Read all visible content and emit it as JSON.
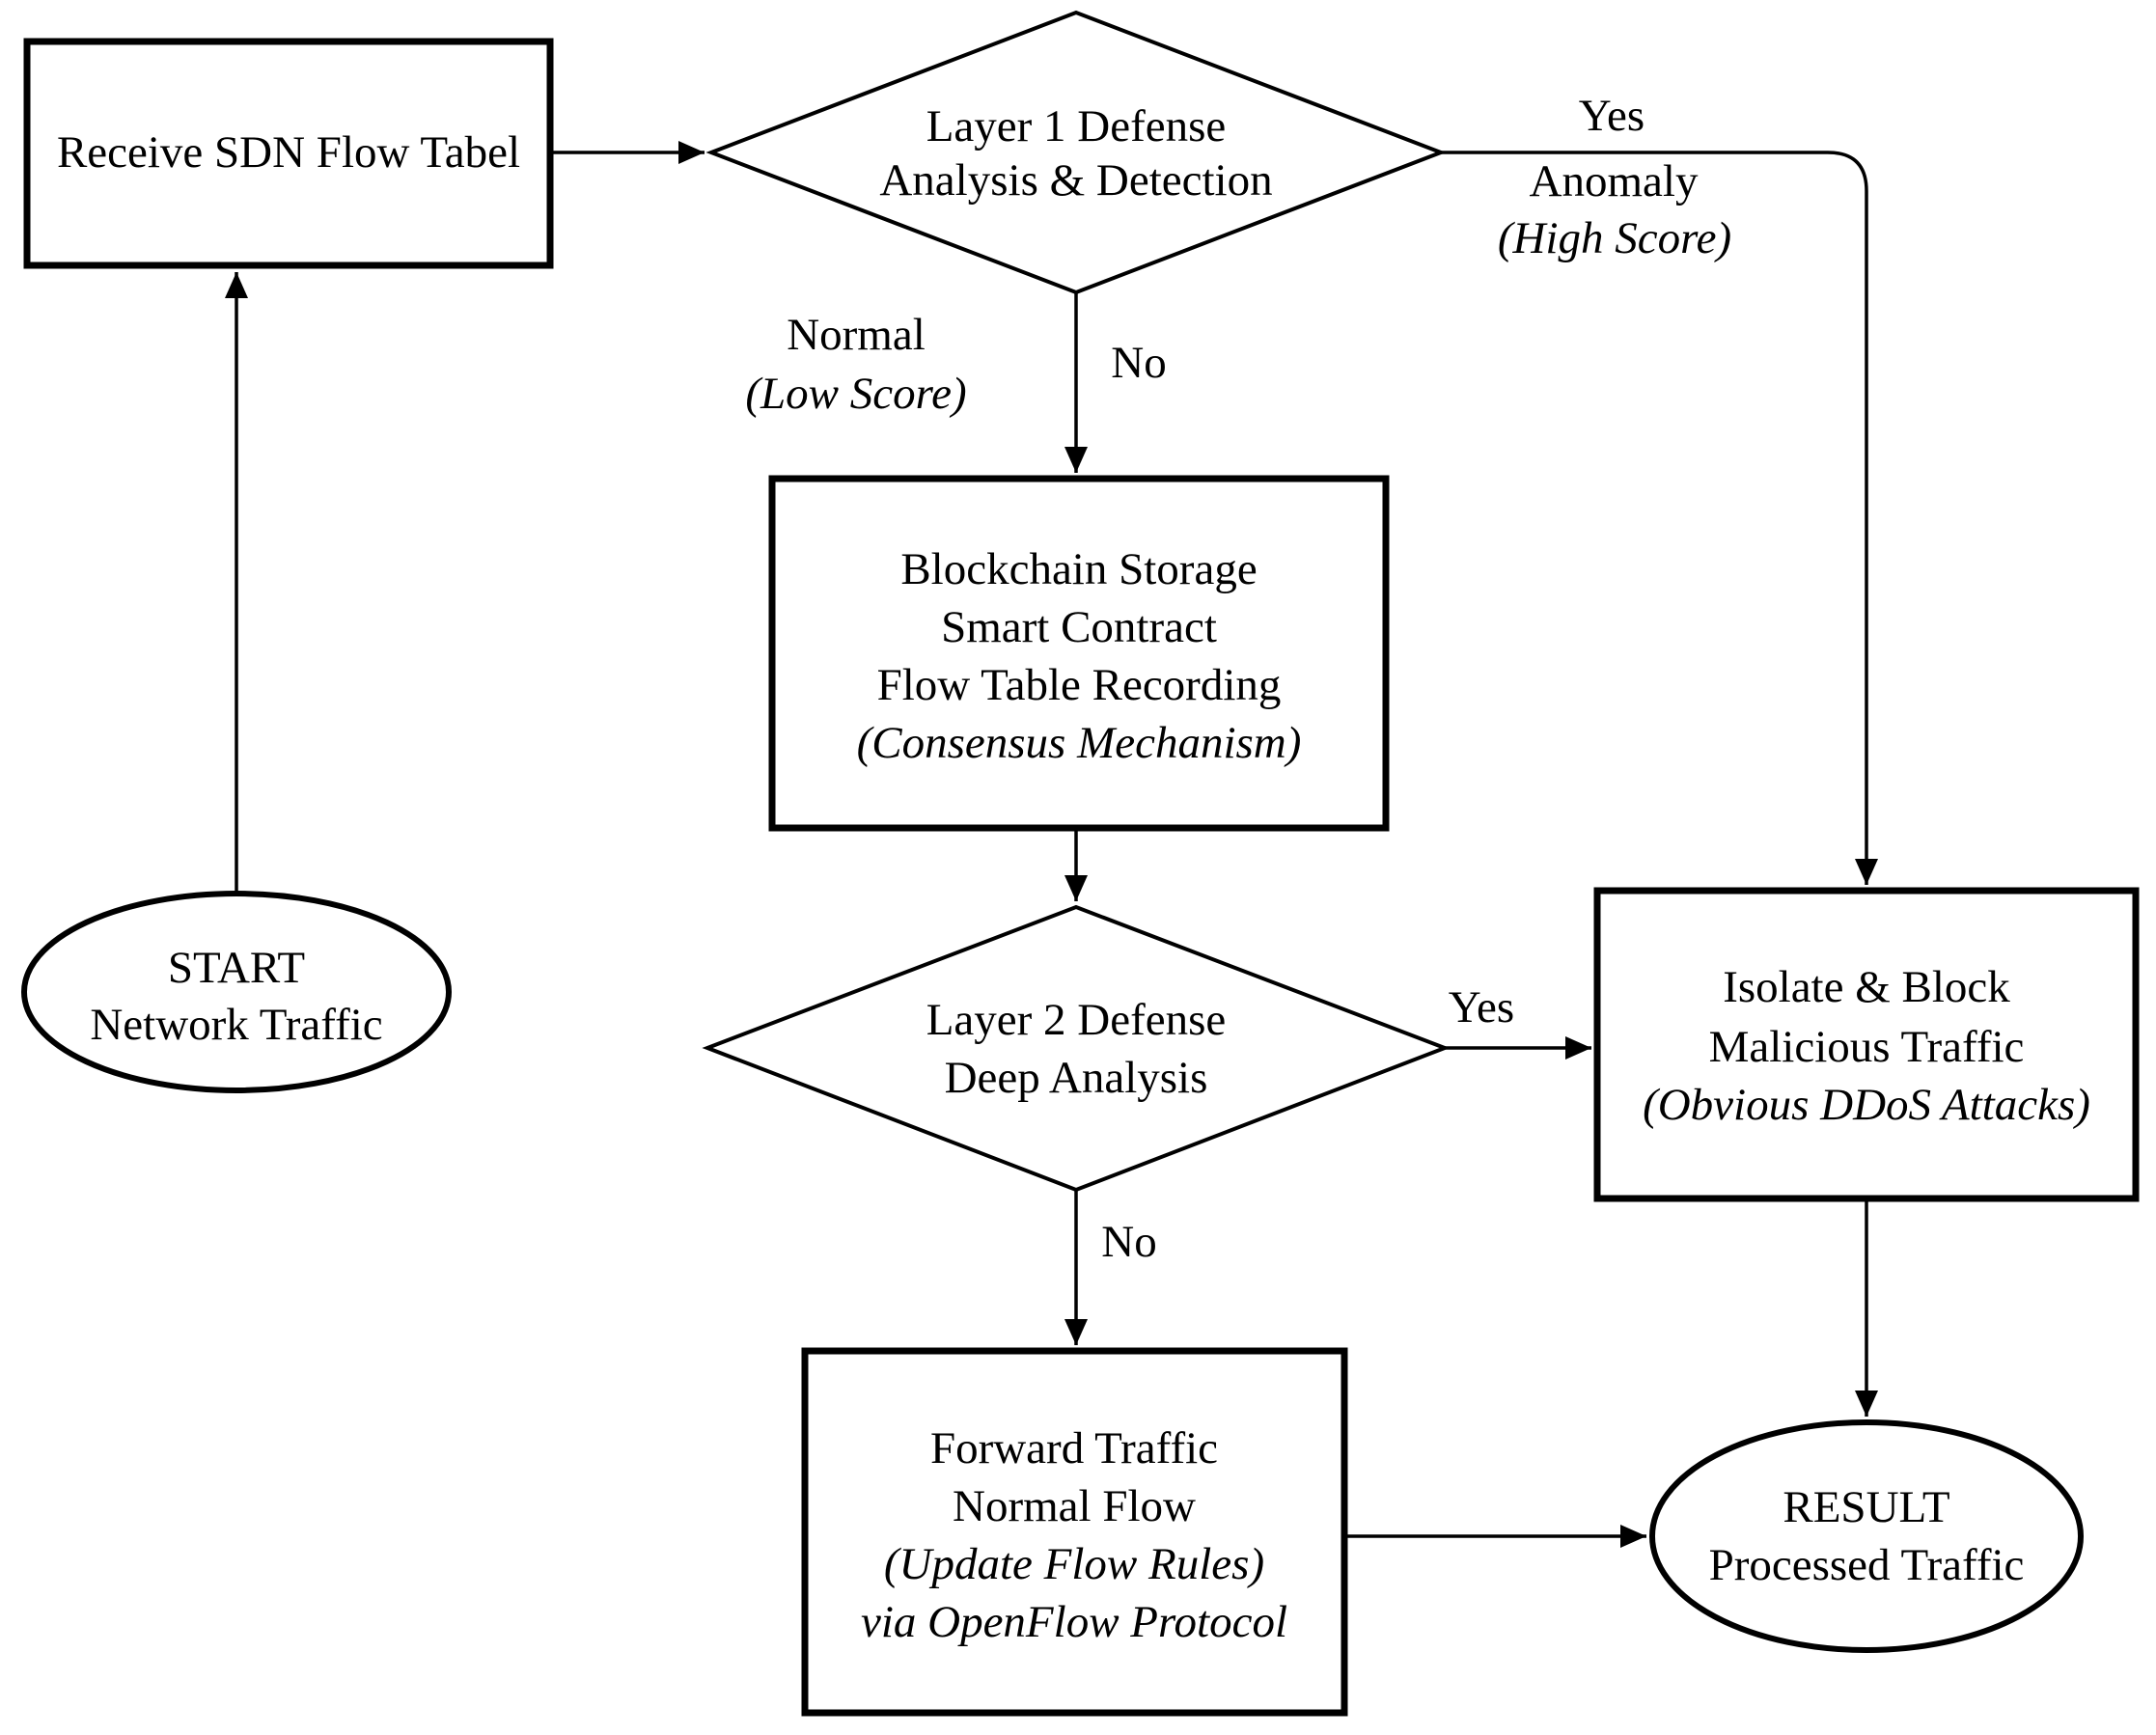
{
  "nodes": {
    "receive": {
      "label": "Receive SDN Flow Tabel"
    },
    "layer1_decision": {
      "line1": "Layer 1 Defense",
      "line2": "Analysis & Detection"
    },
    "blockchain": {
      "line1": "Blockchain Storage",
      "line2": "Smart Contract",
      "line3": "Flow Table Recording",
      "line4": "(Consensus Mechanism)"
    },
    "start": {
      "line1": "START",
      "line2": "Network Traffic"
    },
    "layer2_decision": {
      "line1": "Layer 2 Defense",
      "line2": "Deep Analysis"
    },
    "isolate": {
      "line1": "Isolate & Block",
      "line2": "Malicious Traffic",
      "line3": "(Obvious DDoS Attacks)"
    },
    "forward": {
      "line1": "Forward Traffic",
      "line2": "Normal Flow",
      "line3": "(Update Flow Rules)",
      "line4": "via OpenFlow Protocol"
    },
    "result": {
      "line1": "RESULT",
      "line2": "Processed Traffic"
    }
  },
  "edge_labels": {
    "layer1_yes": "Yes",
    "layer1_yes_sub1": "Anomaly",
    "layer1_yes_sub2": "(High Score)",
    "layer1_no_sub1": "Normal",
    "layer1_no_sub2": "(Low Score)",
    "layer1_no": "No",
    "layer2_yes": "Yes",
    "layer2_no": "No"
  },
  "colors": {
    "stroke": "#000000",
    "background": "#ffffff"
  }
}
